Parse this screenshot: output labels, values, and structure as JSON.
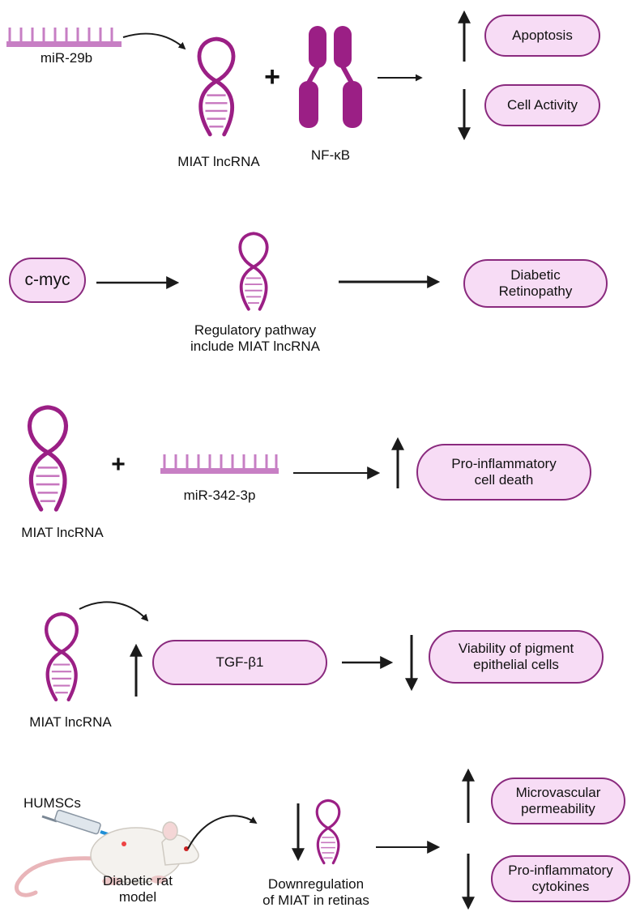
{
  "colors": {
    "accent": "#9b1f85",
    "pill_fill": "#f7dcf5",
    "pill_border": "#8a2a7e",
    "mirna": "#c77fc4",
    "arrow": "#1a1a1a"
  },
  "icons": [
    "dna-icon",
    "mirna-icon",
    "nfkb-protein-icon",
    "rat-icon",
    "syringe-icon"
  ],
  "panel1": {
    "mirna_label": "miR-29b",
    "lncrna_label": "MIAT lncRNA",
    "plus": "+",
    "protein_label": "NF-κB",
    "outcome_up": "Apoptosis",
    "outcome_down": "Cell Activity"
  },
  "panel2": {
    "input": "c-myc",
    "dna_label_line1": "Regulatory pathway",
    "dna_label_line2": "include MIAT lncRNA",
    "outcome_line1": "Diabetic",
    "outcome_line2": "Retinopathy"
  },
  "panel3": {
    "lncrna_label": "MIAT lncRNA",
    "plus": "+",
    "mirna_label": "miR-342-3p",
    "outcome_line1": "Pro-inflammatory",
    "outcome_line2": "cell death"
  },
  "panel4": {
    "lncrna_label": "MIAT lncRNA",
    "target": "TGF-β1",
    "outcome_line1": "Viability of pigment",
    "outcome_line2": "epithelial cells"
  },
  "panel5": {
    "injection_label": "HUMSCs",
    "model_line1": "Diabetic rat",
    "model_line2": "model",
    "result_line1": "Downregulation",
    "result_line2": "of MIAT in retinas",
    "outcome_up_line1": "Microvascular",
    "outcome_up_line2": "permeability",
    "outcome_down_line1": "Pro-inflammatory",
    "outcome_down_line2": "cytokines"
  }
}
